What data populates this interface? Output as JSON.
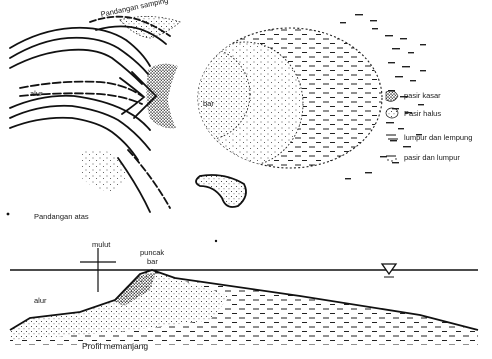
{
  "plan_view": {
    "top_label": "Pandangan samping",
    "channel_label": "alur",
    "bar_label": "bar",
    "view_label": "Pandangan atas"
  },
  "legend": [
    {
      "label": "pasir kasar",
      "icon": "coarse-sand-symbol"
    },
    {
      "label": "Pasir halus",
      "icon": "fine-sand-symbol"
    },
    {
      "label": "lumpur dan lempung",
      "icon": "mud-clay-symbol"
    },
    {
      "label": "pasir dan lumpur",
      "icon": "sand-mud-symbol"
    }
  ],
  "profile": {
    "mouth_label": "mulut",
    "crest_label_line1": "puncak",
    "crest_label_line2": "bar",
    "channel_label": "alur",
    "title": "Profil memanjang",
    "water_level_icon": "water-level-triangle-icon"
  },
  "colors": {
    "ink": "#1a1a1a",
    "background": "#ffffff"
  }
}
